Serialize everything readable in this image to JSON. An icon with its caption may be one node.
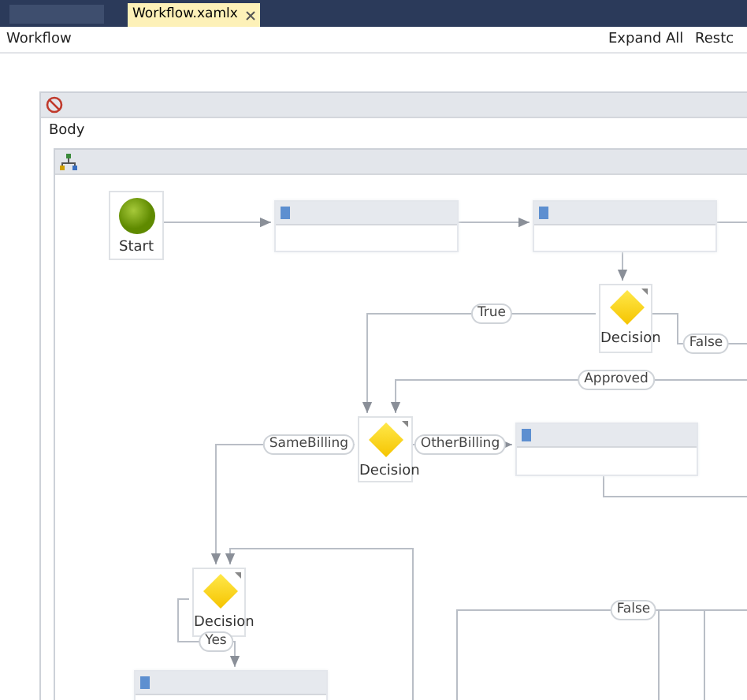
{
  "diagram": {
    "nodes": [
      {
        "text": [
          "Body"
        ]
      },
      {
        "text": [],
        "shape": "box",
        "in": 0
      },
      {
        "text": [
          "Start"
        ],
        "in": 1
      },
      {
        "text": [],
        "shape": "box",
        "in": 1
      },
      {
        "text": [],
        "shape": "box",
        "in": 1
      },
      {
        "text": [
          "Decision"
        ],
        "in": 1
      },
      {
        "text": [
          "Decision"
        ],
        "in": 1
      },
      {
        "text": [],
        "shape": "box",
        "in": 1
      },
      {
        "text": [
          "Decision"
        ],
        "in": 1
      },
      {
        "text": [],
        "shape": "box",
        "in": 1
      }
    ],
    "edges": [
      {
        "from": 2,
        "to": 3,
        "arrow": "to"
      },
      {
        "from": 3,
        "to": 4,
        "arrow": "to"
      },
      {
        "from": 4,
        "to": null,
        "arrow": "none"
      },
      {
        "from": 4,
        "to": 5,
        "arrow": "to"
      },
      {
        "from": 5,
        "to": 6,
        "arrow": "to",
        "label": "True"
      },
      {
        "from": 5,
        "to": null,
        "arrow": "none",
        "label": "False"
      },
      {
        "from": null,
        "to": 6,
        "arrow": "to",
        "label": "Approved"
      },
      {
        "from": 6,
        "to": 8,
        "arrow": "to",
        "label": "SameBilling"
      },
      {
        "from": 6,
        "to": 7,
        "arrow": "to",
        "label": "OtherBilling"
      },
      {
        "from": 7,
        "to": null,
        "arrow": "none"
      },
      {
        "from": null,
        "to": 8,
        "arrow": "to"
      },
      {
        "from": 8,
        "to": 9,
        "arrow": "to",
        "label": "Yes"
      }
    ],
    "labels": [
      "Workflow.xamlx",
      "Workflow",
      "Expand All",
      "Restc",
      "False"
    ]
  }
}
